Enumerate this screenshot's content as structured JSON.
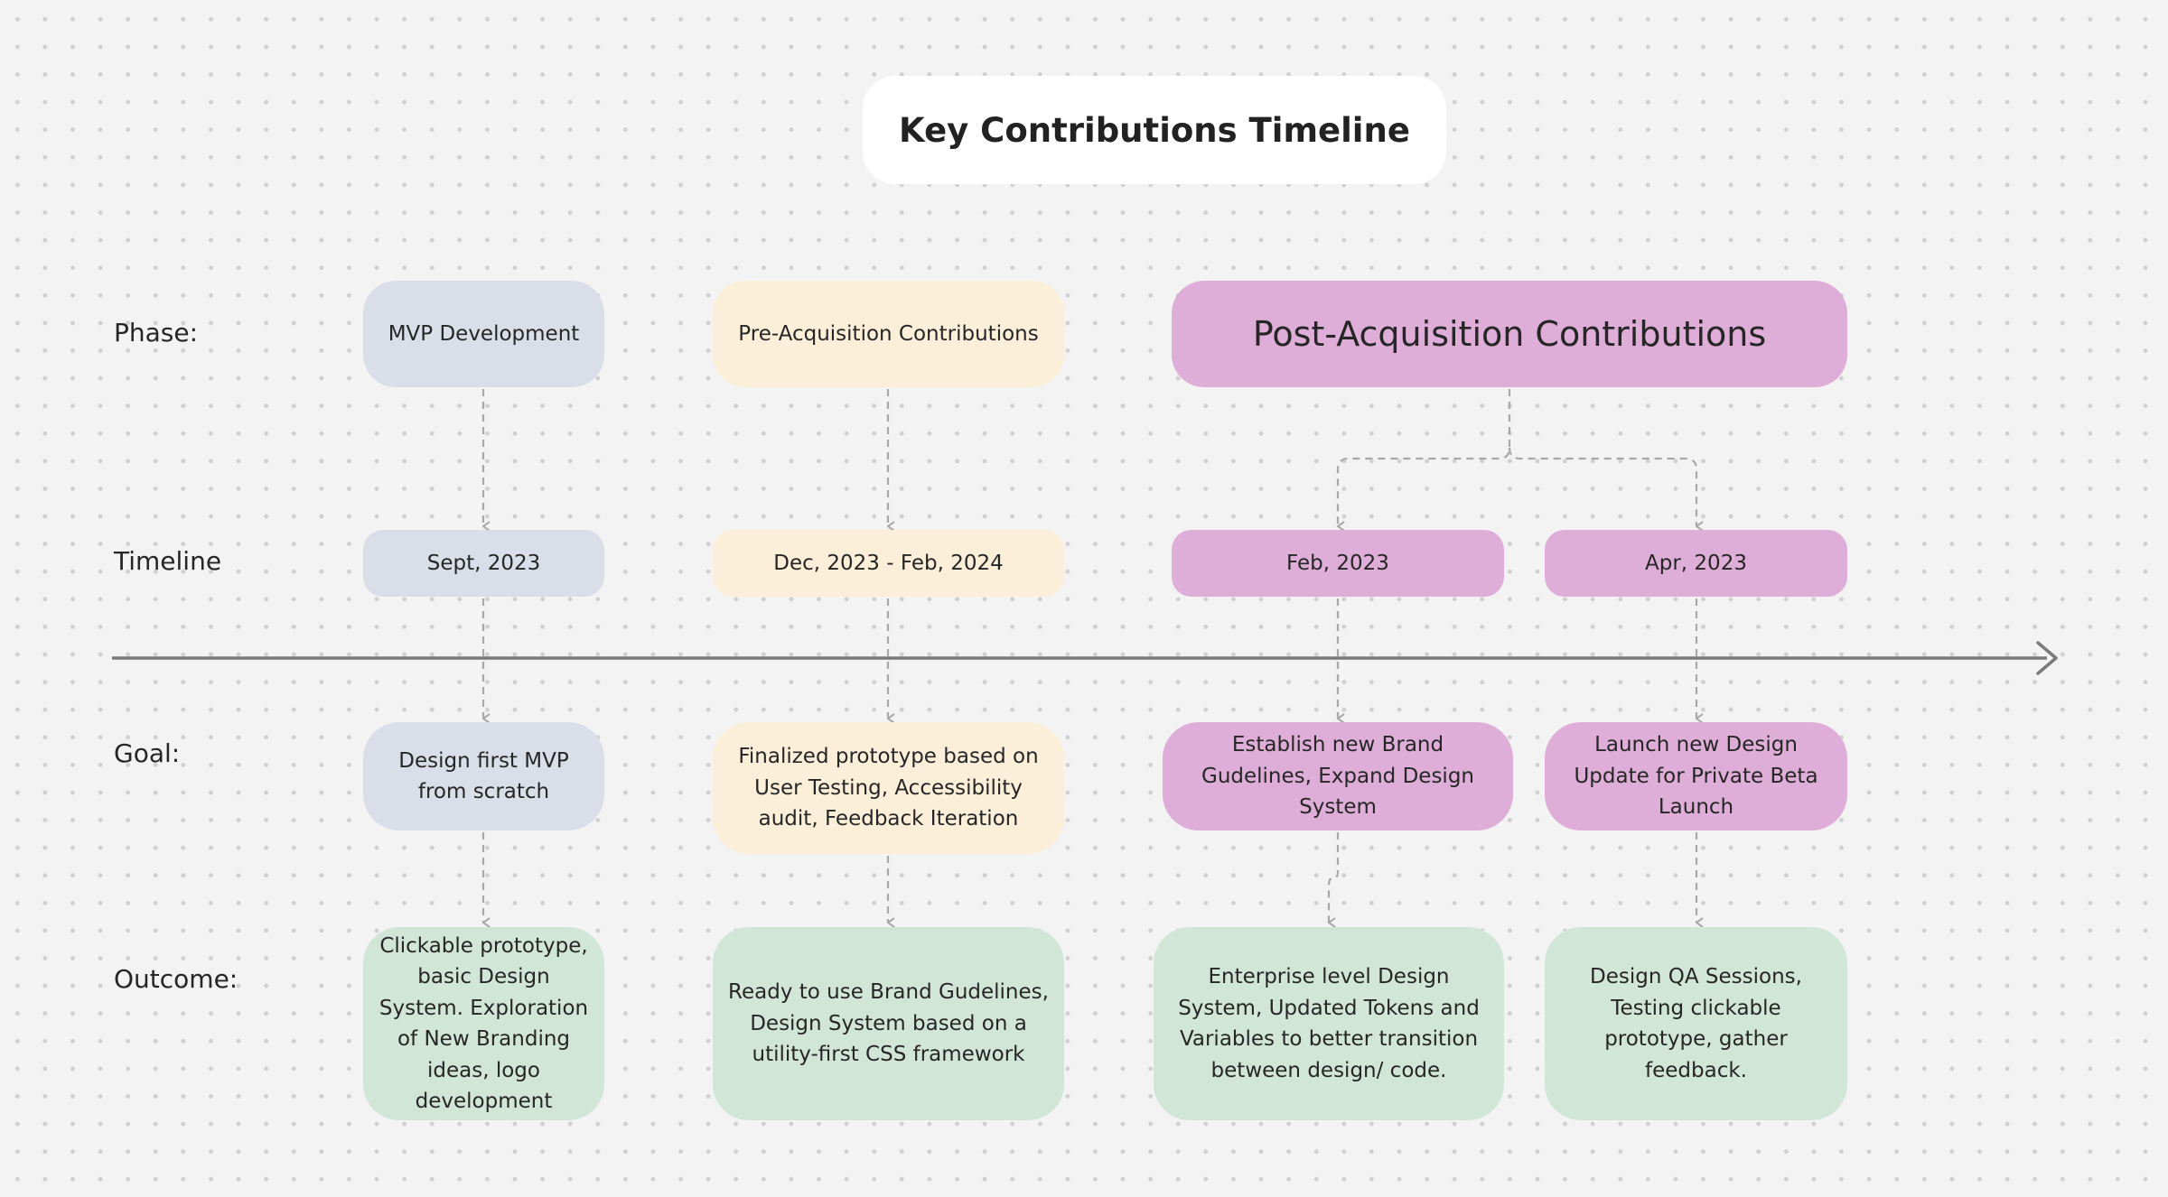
{
  "title": "Key Contributions Timeline",
  "row_labels": {
    "phase": "Phase:",
    "timeline": "Timeline",
    "goal": "Goal:",
    "outcome": "Outcome:"
  },
  "phases": {
    "mvp": "MVP Development",
    "pre": "Pre-Acquisition Contributions",
    "post": "Post-Acquisition Contributions"
  },
  "timeline": {
    "mvp": "Sept, 2023",
    "pre": "Dec, 2023 - Feb, 2024",
    "post_a": "Feb, 2023",
    "post_b": "Apr, 2023"
  },
  "goals": {
    "mvp": "Design first MVP from scratch",
    "pre": "Finalized prototype based on User Testing, Accessibility audit, Feedback Iteration",
    "post_a": "Establish new Brand Gudelines, Expand Design System",
    "post_b": "Launch new Design Update for Private Beta Launch"
  },
  "outcomes": {
    "mvp": "Clickable prototype, basic Design System. Exploration of New Branding ideas, logo development",
    "pre": "Ready to use Brand Gudelines, Design System based on a utility-first CSS framework",
    "post_a": "Enterprise level Design System, Updated Tokens and Variables to better transition between design/ code.",
    "post_b": "Design QA Sessions, Testing clickable prototype, gather feedback."
  },
  "colors": {
    "mvp": "#d9dee9",
    "pre": "#fbefd9",
    "post": "#dfaed8",
    "outcome": "#d2e6d8",
    "axis": "#7a7a7a",
    "connector": "#a8a8a8"
  }
}
